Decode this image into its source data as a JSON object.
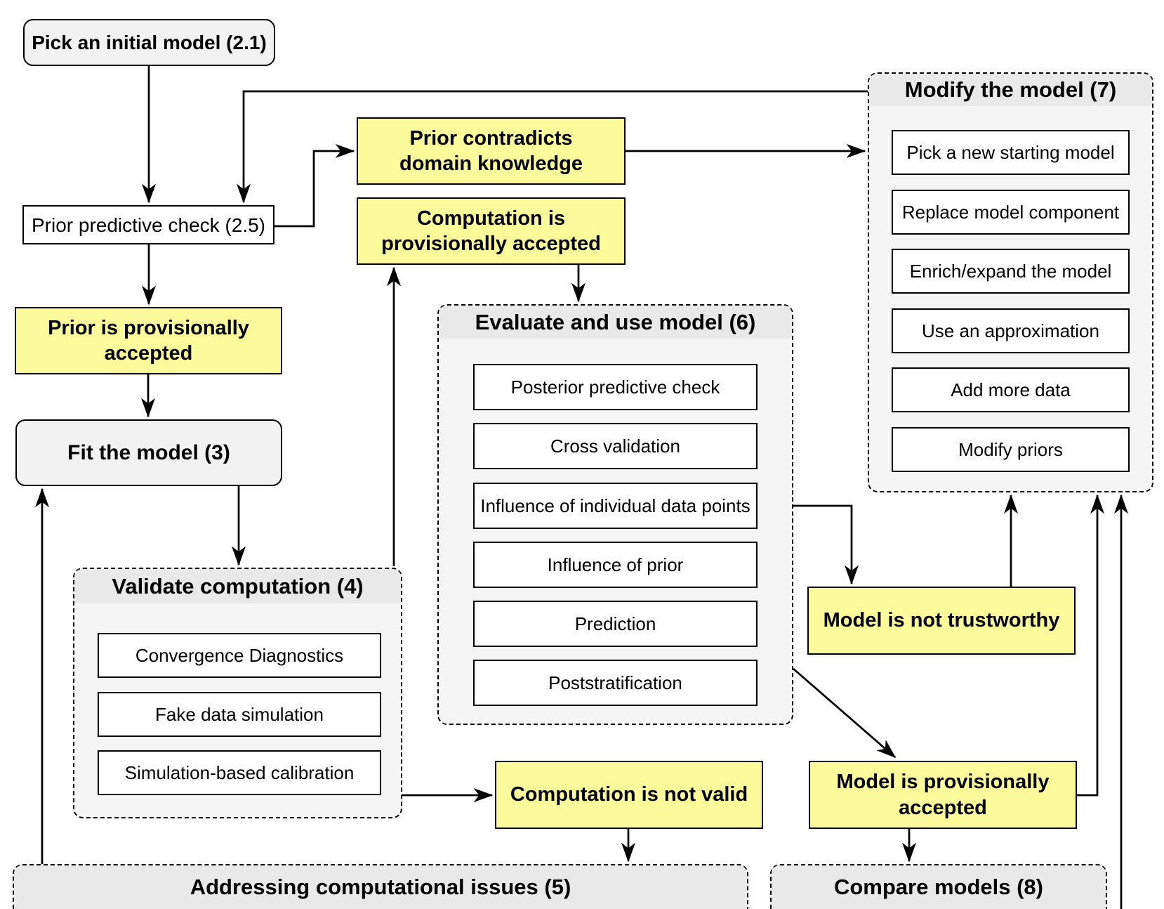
{
  "colors": {
    "highlight_yellow": "#FBFB9B",
    "container_body": "#F5F5F5",
    "container_titleband": "#E9E9E9",
    "node_grey": "#F2F2F2",
    "line": "#000000"
  },
  "nodes": {
    "pick_initial_model": "Pick an initial model (2.1)",
    "prior_predictive_check": "Prior predictive check (2.5)",
    "prior_contradicts": "Prior contradicts\ndomain knowledge",
    "computation_accepted": "Computation is\nprovisionally accepted",
    "prior_accepted": "Prior is provisionally\naccepted",
    "fit_model": "Fit the model (3)",
    "model_not_trustworthy": "Model is not trustworthy",
    "computation_not_valid": "Computation is not valid",
    "model_accepted": "Model is provisionally\naccepted"
  },
  "containers": {
    "validate": {
      "title": "Validate computation (4)",
      "items": [
        "Convergence Diagnostics",
        "Fake data simulation",
        "Simulation-based calibration"
      ]
    },
    "evaluate": {
      "title": "Evaluate and use model (6)",
      "items": [
        "Posterior predictive check",
        "Cross validation",
        "Influence of individual data points",
        "Influence of prior",
        "Prediction",
        "Poststratification"
      ]
    },
    "modify": {
      "title": "Modify the model (7)",
      "items": [
        "Pick a new starting model",
        "Replace model component",
        "Enrich/expand the model",
        "Use an approximation",
        "Add more data",
        "Modify priors"
      ]
    },
    "addressing": {
      "title": "Addressing computational issues (5)"
    },
    "compare": {
      "title": "Compare models (8)"
    }
  }
}
